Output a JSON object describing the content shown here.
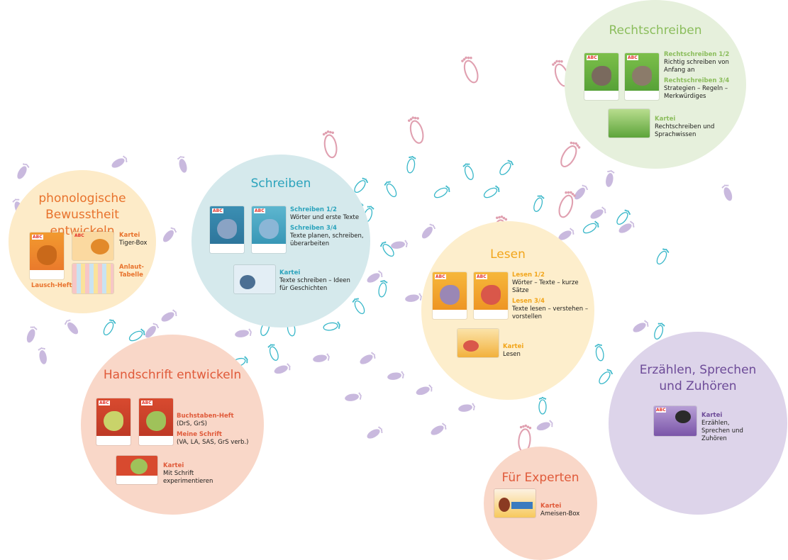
{
  "colors": {
    "phon_circle": "#fdebc8",
    "phon_title": "#e8722c",
    "schreiben_circle": "#d5e9ec",
    "schreiben_title": "#2ba3bc",
    "hand_circle": "#f9d7c8",
    "hand_title": "#e05a3a",
    "lesen_circle": "#fdeecc",
    "lesen_title": "#f2a51a",
    "recht_circle": "#e6f0dc",
    "recht_title": "#8bbd5c",
    "erz_circle": "#ddd4ea",
    "erz_title": "#6d4b98",
    "exp_circle": "#f9d7c8",
    "exp_title": "#e05a3a",
    "foot_teal": "#38b7c9",
    "foot_pink": "#e0a0b0",
    "foot_lilac": "#c9b9de"
  },
  "phonologie": {
    "title": "phonologische Bewusstheit entwickeln",
    "cover_label": "Lausch-Heft",
    "items": [
      {
        "label": "Kartei",
        "desc": "Tiger-Box"
      },
      {
        "label": "Anlaut-Tabelle",
        "desc": ""
      }
    ]
  },
  "schreiben": {
    "title": "Schreiben",
    "items": [
      {
        "label": "Schreiben 1/2",
        "desc": "Wörter und erste Texte"
      },
      {
        "label": "Schreiben 3/4",
        "desc": "Texte planen, schreiben, überarbeiten"
      },
      {
        "label": "Kartei",
        "desc": "Texte schreiben – Ideen für Geschichten"
      }
    ]
  },
  "handschrift": {
    "title": "Handschrift entwickeln",
    "items": [
      {
        "label": "Buchstaben-Heft",
        "desc": "(DrS, GrS)"
      },
      {
        "label": "Meine Schrift",
        "desc": "(VA, LA, SAS, GrS verb.)"
      },
      {
        "label": "Kartei",
        "desc": "Mit Schrift experimentieren"
      }
    ]
  },
  "lesen": {
    "title": "Lesen",
    "items": [
      {
        "label": "Lesen 1/2",
        "desc": "Wörter – Texte – kurze Sätze"
      },
      {
        "label": "Lesen 3/4",
        "desc": "Texte lesen – verstehen – vorstellen"
      },
      {
        "label": "Kartei",
        "desc": "Lesen"
      }
    ]
  },
  "rechtschreiben": {
    "title": "Rechtschreiben",
    "items": [
      {
        "label": "Rechtschreiben 1/2",
        "desc": "Richtig schreiben von Anfang an"
      },
      {
        "label": "Rechtschreiben 3/4",
        "desc": "Strategien – Regeln – Merkwürdiges"
      },
      {
        "label": "Kartei",
        "desc": "Rechtschreiben und Sprachwissen"
      }
    ]
  },
  "erzaehlen": {
    "title": "Erzählen, Sprechen und Zuhören",
    "items": [
      {
        "label": "Kartei",
        "desc": "Erzählen, Sprechen und Zuhören"
      }
    ]
  },
  "experten": {
    "title": "Für Experten",
    "items": [
      {
        "label": "Kartei",
        "desc": "Ameisen-Box"
      }
    ]
  },
  "logo_text": "ABC"
}
